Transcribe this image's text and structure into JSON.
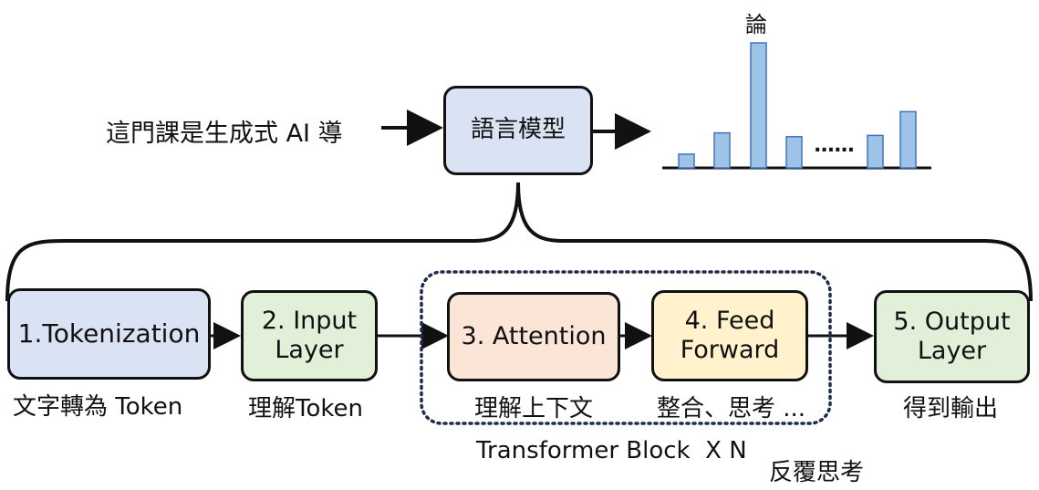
{
  "input_sentence": "這門課是生成式 AI 導",
  "model_label": "語言模型",
  "output_token": "論",
  "ellipsis": "......",
  "distribution": {
    "bars": [
      {
        "value": 0.11
      },
      {
        "value": 0.28
      },
      {
        "value": 1.0
      },
      {
        "value": 0.25
      },
      {
        "value": 0.26
      },
      {
        "value": 0.45
      }
    ]
  },
  "steps": [
    {
      "title": "1.Tokenization",
      "caption": "文字轉為 Token",
      "color": "#dae3f3"
    },
    {
      "title": "2. Input Layer",
      "caption": "理解Token",
      "color": "#e2efd9"
    },
    {
      "title": "3. Attention",
      "caption": "理解上下文",
      "color": "#fbe5d6"
    },
    {
      "title": "4. Feed Forward",
      "caption": "整合、思考 ...",
      "color": "#fff2cc"
    },
    {
      "title": "5. Output Layer",
      "caption": "得到輸出",
      "color": "#e2efd9"
    }
  ],
  "transformer_block": {
    "label": "Transformer Block  X N",
    "note": "反覆思考"
  }
}
